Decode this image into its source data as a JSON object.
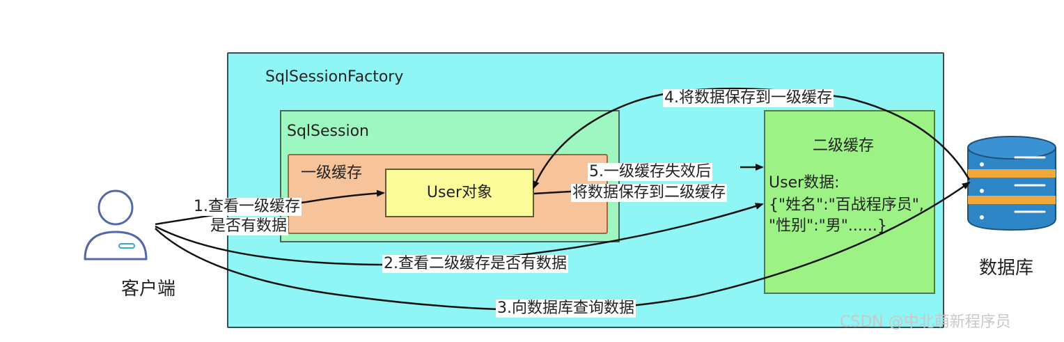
{
  "factory": {
    "label": "SqlSessionFactory"
  },
  "session": {
    "label": "SqlSession"
  },
  "l1cache": {
    "label": "一级缓存"
  },
  "userobj": {
    "label": "User对象"
  },
  "l2cache": {
    "title": "二级缓存",
    "line1": "User数据:",
    "line2": "{\"姓名\":\"百战程序员\",",
    "line3": "\"性别\":\"男\"......}"
  },
  "client": {
    "label": "客户端"
  },
  "database": {
    "label": "数据库"
  },
  "steps": {
    "s1a": "1.查看一级缓存",
    "s1b": "是否有数据",
    "s2": "2.查看二级缓存是否有数据",
    "s3": "3.向数据库查询数据",
    "s4": "4.将数据保存到一级缓存",
    "s5a": "5.一级缓存失效后",
    "s5b": "将数据保存到二级缓存"
  },
  "watermark": "CSDN @中北萌新程序员",
  "colors": {
    "factory": "#8ff5f5",
    "session": "#9ef7c0",
    "l1cache": "#f7c39a",
    "userobj": "#fbfb9a",
    "l2cache": "#9cf285",
    "db_blue": "#2f86c7",
    "db_orange": "#f2a93b",
    "icon_stroke": "#5468a8"
  }
}
